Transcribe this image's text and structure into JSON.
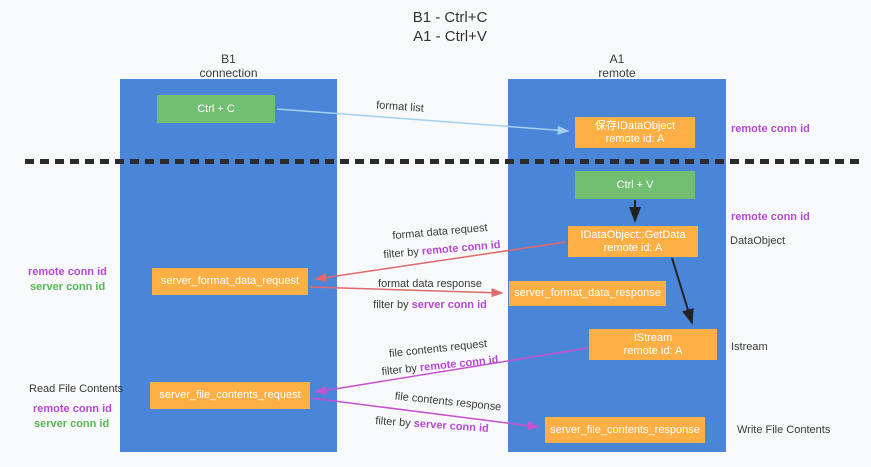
{
  "title": {
    "line1": "B1 - Ctrl+C",
    "line2": "A1 - Ctrl+V"
  },
  "columns": {
    "left": {
      "name": "B1",
      "sub": "connection"
    },
    "right": {
      "name": "A1",
      "sub": "remote"
    }
  },
  "boxes": {
    "ctrl_c": "Ctrl + C",
    "ctrl_v": "Ctrl + V",
    "save_dataobject": {
      "line1": "保存IDataObject",
      "line2": "remote id: A"
    },
    "getdata": {
      "line1": "IDataObject::GetData",
      "line2": "remote id: A"
    },
    "istream": {
      "line1": "IStream",
      "line2": "remote id: A"
    },
    "format_request": "server_format_data_request",
    "format_response": "server_format_data_response",
    "file_request": "server_file_contents_request",
    "file_response": "server_file_contents_response"
  },
  "flow_labels": {
    "format_list": "format list",
    "format_data_request": "format data request",
    "format_data_response": "format data response",
    "file_contents_request": "file contents request",
    "file_contents_response": "file contents response",
    "filter_by": "filter by ",
    "remote_conn_id": "remote conn id",
    "server_conn_id": "server conn id"
  },
  "side_labels": {
    "remote_conn_id": "remote conn id",
    "server_conn_id": "server conn id",
    "dataobject": "DataObject",
    "istream": "Istream",
    "read_file_contents": "Read File Contents",
    "write_file_contents": "Write File Contents"
  },
  "colors": {
    "background": "#f8f9fa",
    "column_blue": "#4a85d8",
    "box_green": "#72bf72",
    "box_orange": "#fbaf45",
    "arrow_light_blue": "#a3d0f2",
    "arrow_red": "#e0696b",
    "arrow_magenta": "#c553cf",
    "arrow_black": "#222222",
    "label_purple": "#b44bd2",
    "label_green": "#57b957",
    "dashed_line": "#2b2b2b",
    "text_dark": "#3a3a3a"
  }
}
